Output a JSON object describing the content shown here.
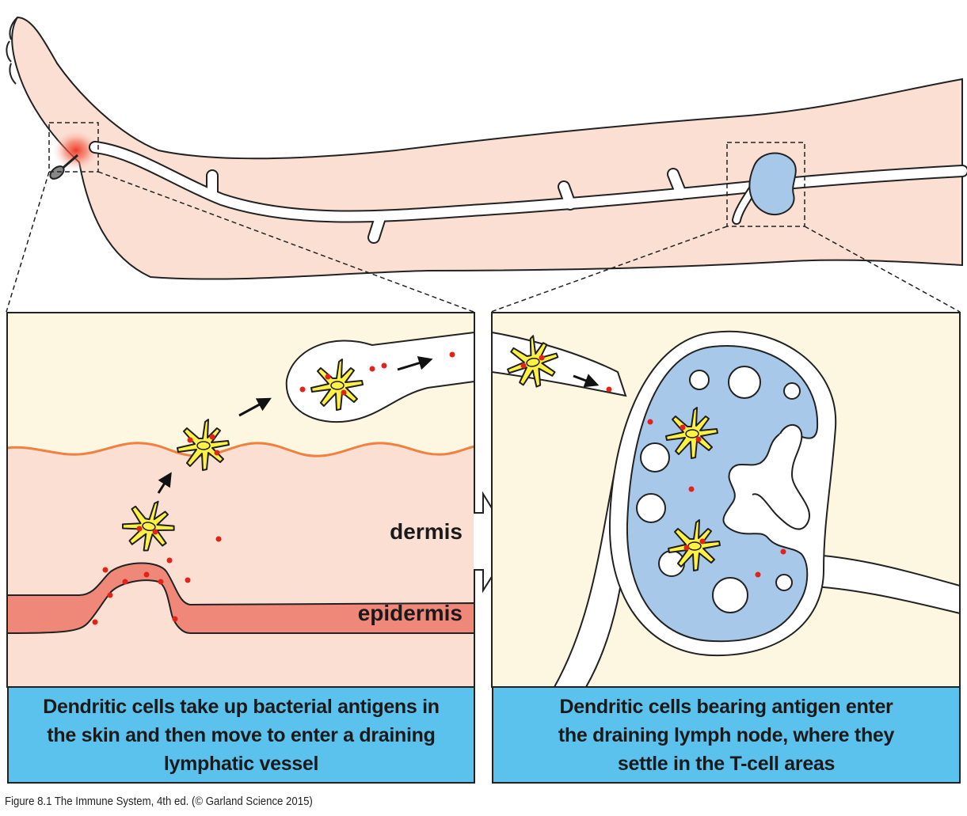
{
  "labels": {
    "dermis": "dermis",
    "epidermis": "epidermis"
  },
  "captions": {
    "left": [
      "Dendritic cells take up bacterial antigens in",
      "the skin and then move to enter a draining",
      "lymphatic vessel"
    ],
    "right": [
      "Dendritic cells bearing antigen enter",
      "the draining lymph node, where they",
      "settle in the T-cell areas"
    ]
  },
  "credit": "Figure 8.1  The Immune System, 4th ed. (© Garland Science 2015)",
  "colors": {
    "skin": "#fbdfd2",
    "panel_background": "#fdf7e1",
    "dermis": "#fbdfd2",
    "epidermis": "#f0887a",
    "basement_line": "#f08040",
    "lymph_node": "#a8c8ea",
    "dendritic_cell": "#fff245",
    "antigen": "#e2231a",
    "caption_background": "#5bc2ee",
    "infection_glow": "#f05040"
  }
}
